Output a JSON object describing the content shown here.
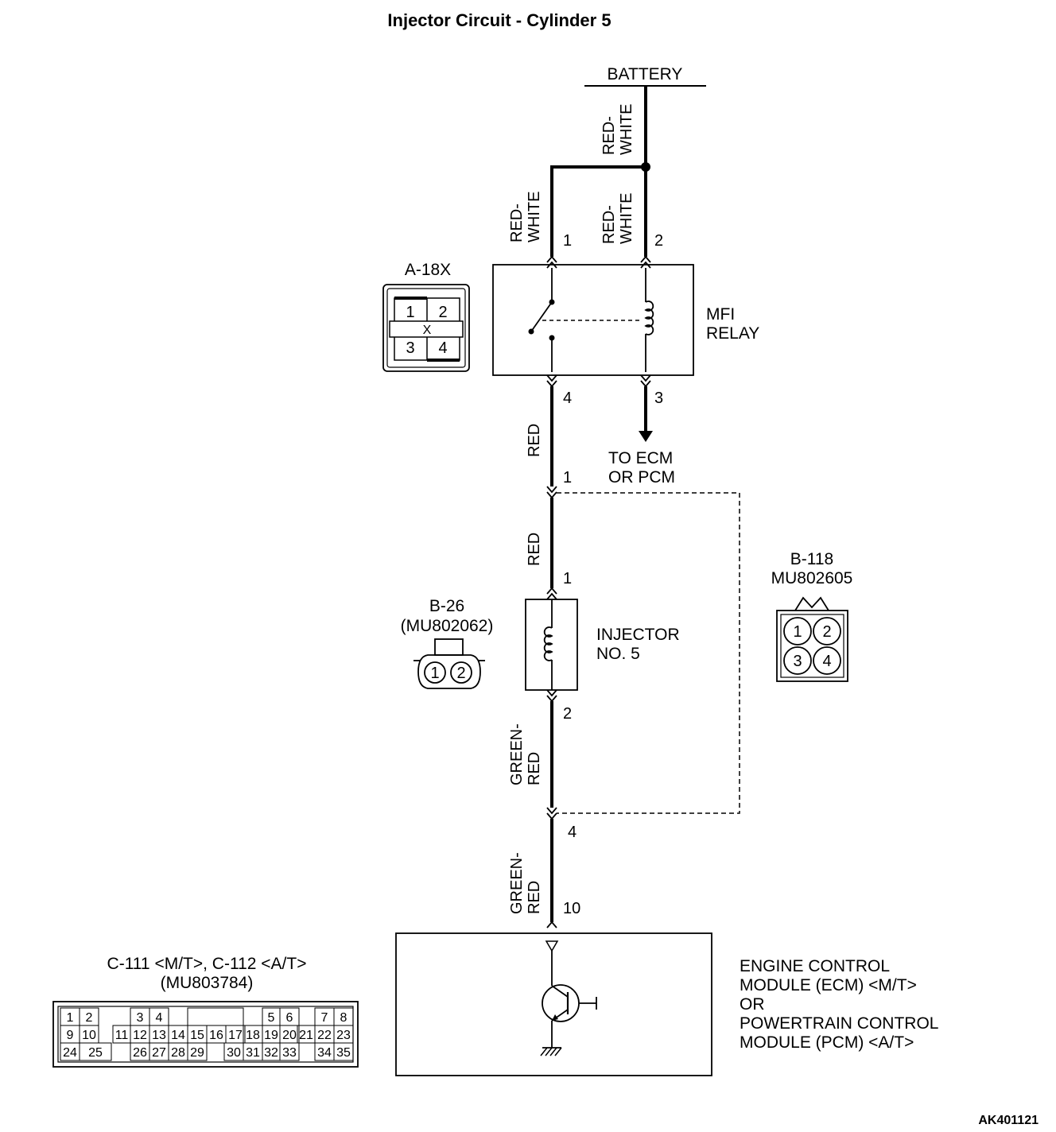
{
  "title": "Injector Circuit - Cylinder 5",
  "reference_code": "AK401121",
  "battery_label": "BATTERY",
  "wire_colors": {
    "battery_feed": [
      "RED-",
      "WHITE"
    ],
    "relay_pin1": [
      "RED-",
      "WHITE"
    ],
    "relay_pin2": [
      "RED-",
      "WHITE"
    ],
    "relay_to_connector": "RED",
    "connector_to_injector": "RED",
    "injector_to_connector": [
      "GREEN-",
      "RED"
    ],
    "connector_to_ecm": [
      "GREEN-",
      "RED"
    ]
  },
  "pins": {
    "relay_1": "1",
    "relay_2": "2",
    "relay_4": "4",
    "relay_3": "3",
    "b118_in": "1",
    "injector_1": "1",
    "injector_2": "2",
    "b118_out": "4",
    "ecm_10": "10"
  },
  "relay": {
    "label_line1": "MFI",
    "label_line2": "RELAY",
    "to_ecm_line1": "TO ECM",
    "to_ecm_line2": "OR PCM"
  },
  "injector": {
    "label_line1": "INJECTOR",
    "label_line2": "NO. 5"
  },
  "ecm": {
    "line1": "ENGINE CONTROL",
    "line2": "MODULE (ECM) <M/T>",
    "line3": "OR",
    "line4": "POWERTRAIN CONTROL",
    "line5": "MODULE (PCM) <A/T>"
  },
  "connectors": {
    "a18x": {
      "name": "A-18X",
      "pins": [
        "1",
        "2",
        "3",
        "4"
      ],
      "center_mark": "X"
    },
    "b26": {
      "name": "B-26",
      "part": "(MU802062)",
      "pins": [
        "1",
        "2"
      ]
    },
    "b118": {
      "name": "B-118",
      "part": "MU802605",
      "pins": [
        "1",
        "2",
        "3",
        "4"
      ]
    },
    "c111": {
      "name": "C-111 <M/T>, C-112 <A/T>",
      "part": "(MU803784)",
      "row1": [
        "1",
        "2",
        "3",
        "4",
        "5",
        "6",
        "7",
        "8"
      ],
      "row2": [
        "9",
        "10",
        "11",
        "12",
        "13",
        "14",
        "15",
        "16",
        "17",
        "18",
        "19",
        "20",
        "21",
        "22",
        "23"
      ],
      "row3": [
        "24",
        "25",
        "26",
        "27",
        "28",
        "29",
        "30",
        "31",
        "32",
        "33",
        "34",
        "35"
      ]
    }
  }
}
